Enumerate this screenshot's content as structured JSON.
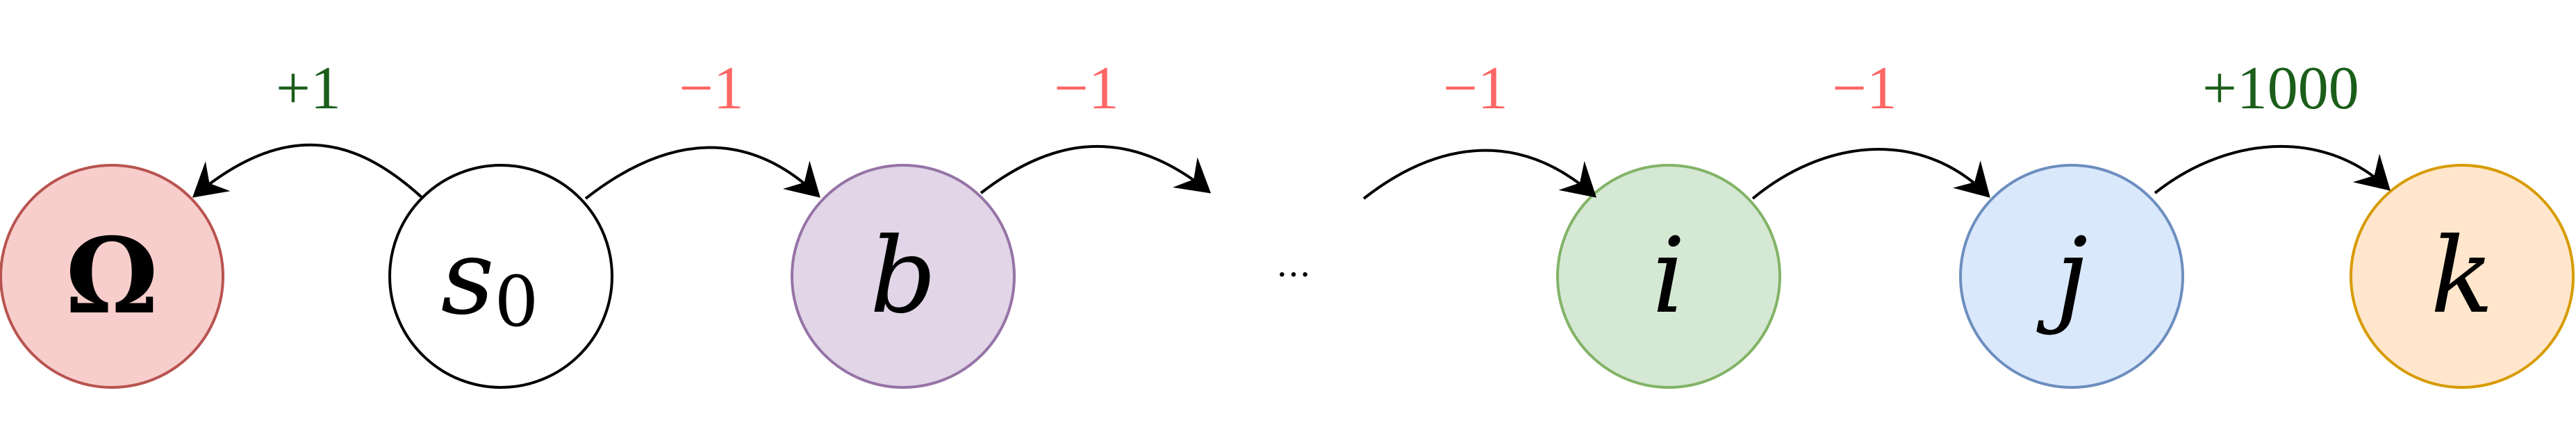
{
  "nodes": [
    {
      "id": "omega",
      "label": "Ω",
      "subscript": "",
      "fill": "#f8cecc",
      "stroke": "#b85450"
    },
    {
      "id": "s0",
      "label": "s",
      "subscript": "0",
      "fill": "#ffffff",
      "stroke": "#000000"
    },
    {
      "id": "b",
      "label": "b",
      "subscript": "",
      "fill": "#e1d5e7",
      "stroke": "#9673a6"
    },
    {
      "id": "i",
      "label": "i",
      "subscript": "",
      "fill": "#d5e8d4",
      "stroke": "#82b366"
    },
    {
      "id": "j",
      "label": "j",
      "subscript": "",
      "fill": "#dae8fc",
      "stroke": "#6c8ebf"
    },
    {
      "id": "k",
      "label": "k",
      "subscript": "",
      "fill": "#ffe6cc",
      "stroke": "#d79b00"
    }
  ],
  "ellipsis": "…",
  "rewards": [
    {
      "id": "s0-omega",
      "text": "+1",
      "color": "#1a5e1a"
    },
    {
      "id": "s0-b",
      "text": "−1",
      "color": "#ff6666"
    },
    {
      "id": "b-next",
      "text": "−1",
      "color": "#ff6666"
    },
    {
      "id": "prev-i",
      "text": "−1",
      "color": "#ff6666"
    },
    {
      "id": "i-j",
      "text": "−1",
      "color": "#ff6666"
    },
    {
      "id": "j-k",
      "text": "+1000",
      "color": "#1a5e1a"
    }
  ]
}
